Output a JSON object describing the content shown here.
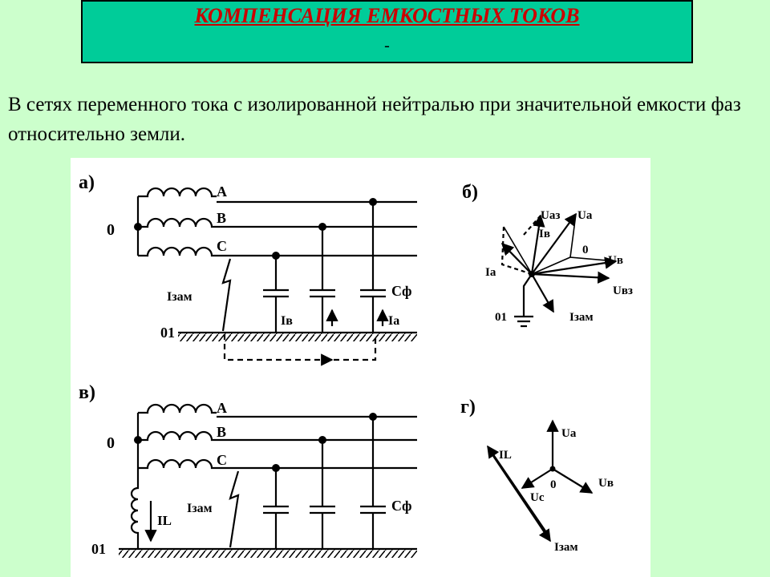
{
  "title": "КОМПЕНСАЦИЯ ЕМКОСТНЫХ ТОКОВ",
  "title_dash": "-",
  "intro": "В сетях переменного тока с изолированной нейтралью при значительной емкости фаз относительно земли.",
  "diagram_a": {
    "panel_label": "а)",
    "neutral_label": "0",
    "phase_labels": [
      "A",
      "B",
      "C"
    ],
    "fault_current": "Iзам",
    "ground_label": "01",
    "capacitance_label": "Cф",
    "current_b": "Iв",
    "current_a": "Ia"
  },
  "diagram_b": {
    "panel_label": "б)",
    "vectors": [
      "Uaз",
      "Ua",
      "Iв",
      "0",
      "Uв",
      "Ia",
      "Uвз",
      "01",
      "Iзам"
    ]
  },
  "diagram_v": {
    "panel_label": "в)",
    "neutral_label": "0",
    "phase_labels": [
      "A",
      "B",
      "C"
    ],
    "reactor_current": "IL",
    "fault_current": "Iзам",
    "capacitance_label": "Cф",
    "ground_label": "01"
  },
  "diagram_g": {
    "panel_label": "г)",
    "vectors": [
      "IL",
      "Ua",
      "Uc",
      "0",
      "Uв",
      "Iзам"
    ]
  }
}
